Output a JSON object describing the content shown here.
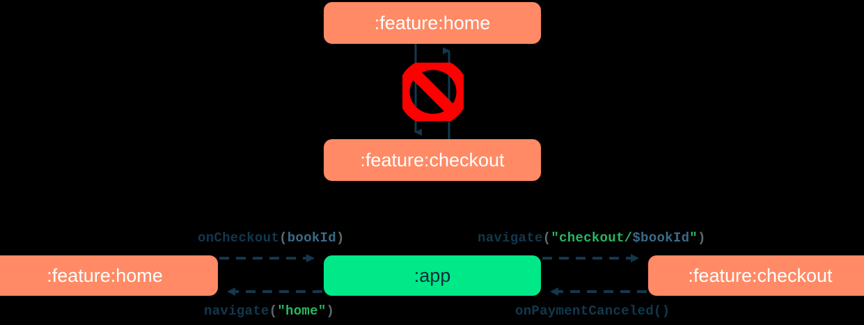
{
  "diagram": {
    "title_icons": {
      "forbidden": "prohibition-icon"
    },
    "colors": {
      "feature_module": "#FF8A65",
      "app_module": "#00E887",
      "edge": "#12384E",
      "forbidden": "#FF0000",
      "label_function": "#12384E",
      "label_identifier": "#3B6B8A",
      "label_string": "#27B863",
      "label_paren": "#5A6B72"
    },
    "top": {
      "nodes": [
        {
          "id": "home",
          "label": ":feature:home",
          "type": "feature"
        },
        {
          "id": "checkout",
          "label": ":feature:checkout",
          "type": "feature"
        }
      ],
      "edges": [
        {
          "from": "home",
          "to": "checkout",
          "direction": "down"
        },
        {
          "from": "checkout",
          "to": "home",
          "direction": "up"
        }
      ],
      "annotation": "forbidden"
    },
    "bottom": {
      "nodes": [
        {
          "id": "home",
          "label": ":feature:home",
          "type": "feature"
        },
        {
          "id": "app",
          "label": ":app",
          "type": "app"
        },
        {
          "id": "checkout",
          "label": ":feature:checkout",
          "type": "feature"
        }
      ],
      "edges": [
        {
          "id": "home-to-app",
          "from": "home",
          "to": "app",
          "style": "dashed",
          "label_parts": [
            {
              "text": "onCheckout",
              "token": "fn"
            },
            {
              "text": "(",
              "token": "paren"
            },
            {
              "text": "bookId",
              "token": "ident"
            },
            {
              "text": ")",
              "token": "paren"
            }
          ],
          "label_text": "onCheckout(bookId)"
        },
        {
          "id": "app-to-checkout",
          "from": "app",
          "to": "checkout",
          "style": "dashed",
          "label_parts": [
            {
              "text": "navigate",
              "token": "fn"
            },
            {
              "text": "(",
              "token": "paren"
            },
            {
              "text": "\"checkout/",
              "token": "str"
            },
            {
              "text": "$bookId",
              "token": "ident"
            },
            {
              "text": "\"",
              "token": "str"
            },
            {
              "text": ")",
              "token": "paren"
            }
          ],
          "label_text": "navigate(\"checkout/$bookId\")"
        },
        {
          "id": "app-to-home",
          "from": "app",
          "to": "home",
          "style": "dashed",
          "label_parts": [
            {
              "text": "navigate",
              "token": "fn"
            },
            {
              "text": "(",
              "token": "paren"
            },
            {
              "text": "\"home\"",
              "token": "str"
            },
            {
              "text": ")",
              "token": "paren"
            }
          ],
          "label_text": "navigate(\"home\")"
        },
        {
          "id": "checkout-to-app",
          "from": "checkout",
          "to": "app",
          "style": "dashed",
          "label_parts": [
            {
              "text": "onPaymentCanceled()",
              "token": "plain"
            }
          ],
          "label_text": "onPaymentCanceled()"
        }
      ]
    }
  }
}
